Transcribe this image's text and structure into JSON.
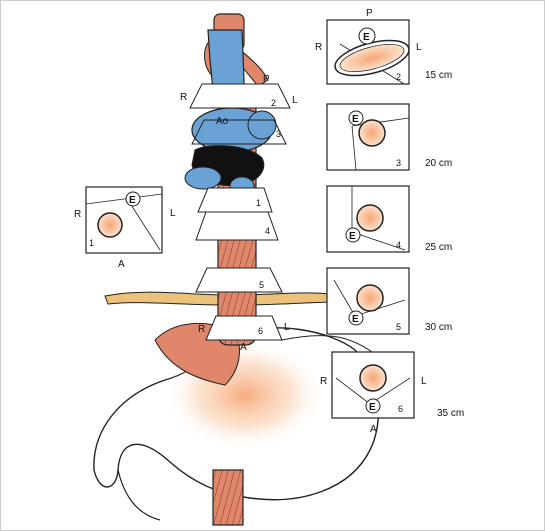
{
  "colors": {
    "muscle": "#e0876b",
    "aorta": "#6aa2d6",
    "dark": "#111111",
    "nerve": "#ecc27a",
    "stomach_glow": "#f6b98a",
    "frame": "#cccccc"
  },
  "esophagus_labels": {
    "aorta": "Ao",
    "p_top": "P",
    "r_top": "R",
    "l_top": "L",
    "r_low": "R",
    "l_low": "L",
    "a_low": "A"
  },
  "levels": [
    {
      "n": "2",
      "dist": "15 cm"
    },
    {
      "n": "3",
      "dist": "20 cm"
    },
    {
      "n": "1",
      "dist": ""
    },
    {
      "n": "4",
      "dist": "25 cm"
    },
    {
      "n": "5",
      "dist": "30 cm"
    },
    {
      "n": "6",
      "dist": "35 cm"
    }
  ],
  "inset_labels": {
    "e": "E",
    "p": "P",
    "r": "R",
    "l": "L",
    "a": "A"
  }
}
